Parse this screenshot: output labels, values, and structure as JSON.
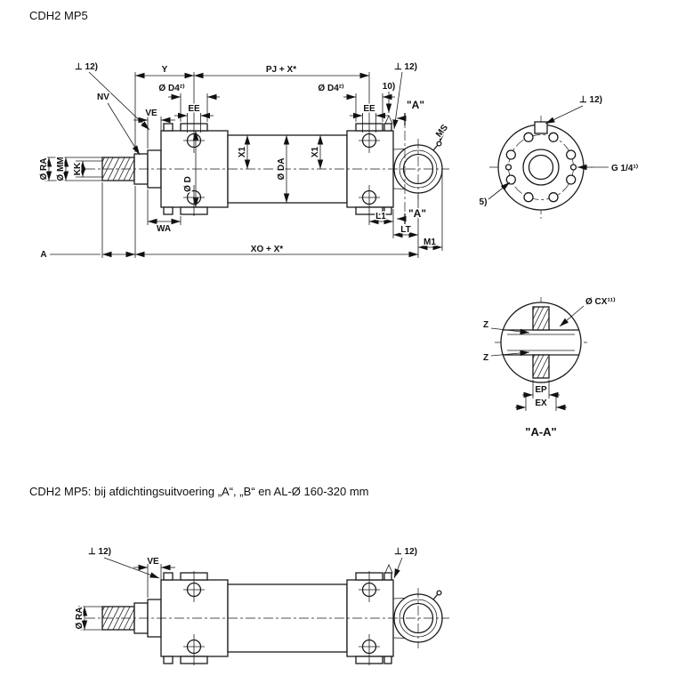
{
  "title": "CDH2 MP5",
  "caption": "CDH2 MP5: bij afdichtingsuitvoering „A“, „B“ en AL-Ø 160-320 mm",
  "dims": {
    "flag12": "⊥ 12)",
    "y": "Y",
    "pj": "PJ + X*",
    "d4": "Ø D4²⁾",
    "note10": "10)",
    "sec_a": "\"A\"",
    "nv": "NV",
    "ve": "VE",
    "ee": "EE",
    "ms": "MS",
    "ra": "Ø RA",
    "mm": "Ø MM",
    "kk": "KK",
    "x1": "X1",
    "da": "Ø DA",
    "d": "Ø D",
    "wa": "WA",
    "l1": "L1",
    "lt": "LT",
    "xo": "XO + X*",
    "m1": "M1",
    "a": "A",
    "note5": "5)",
    "g14": "G 1/4¹⁾",
    "cx": "Ø CX¹¹⁾",
    "z": "Z",
    "ep": "EP",
    "ex": "EX",
    "aa": "\"A-A\""
  }
}
